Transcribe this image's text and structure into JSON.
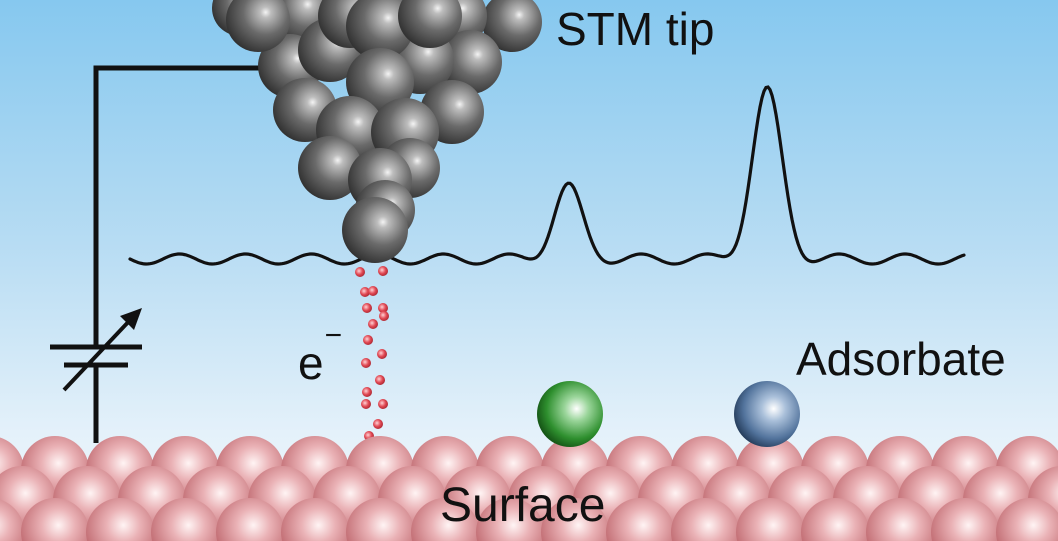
{
  "labels": {
    "tip": "STM tip",
    "electron_base": "e",
    "electron_sup": "−",
    "adsorbate": "Adsorbate",
    "surface": "Surface"
  },
  "colors": {
    "tip_atom": "#5e5e5e",
    "surface_atom": "#d98a8f",
    "adsorbate_1": "#2e8f2e",
    "adsorbate_2": "#5c7fa8",
    "electron": "#e24a55",
    "circuit": "#111111"
  },
  "icons": {
    "variable_source": "variable-voltage-source-icon"
  }
}
